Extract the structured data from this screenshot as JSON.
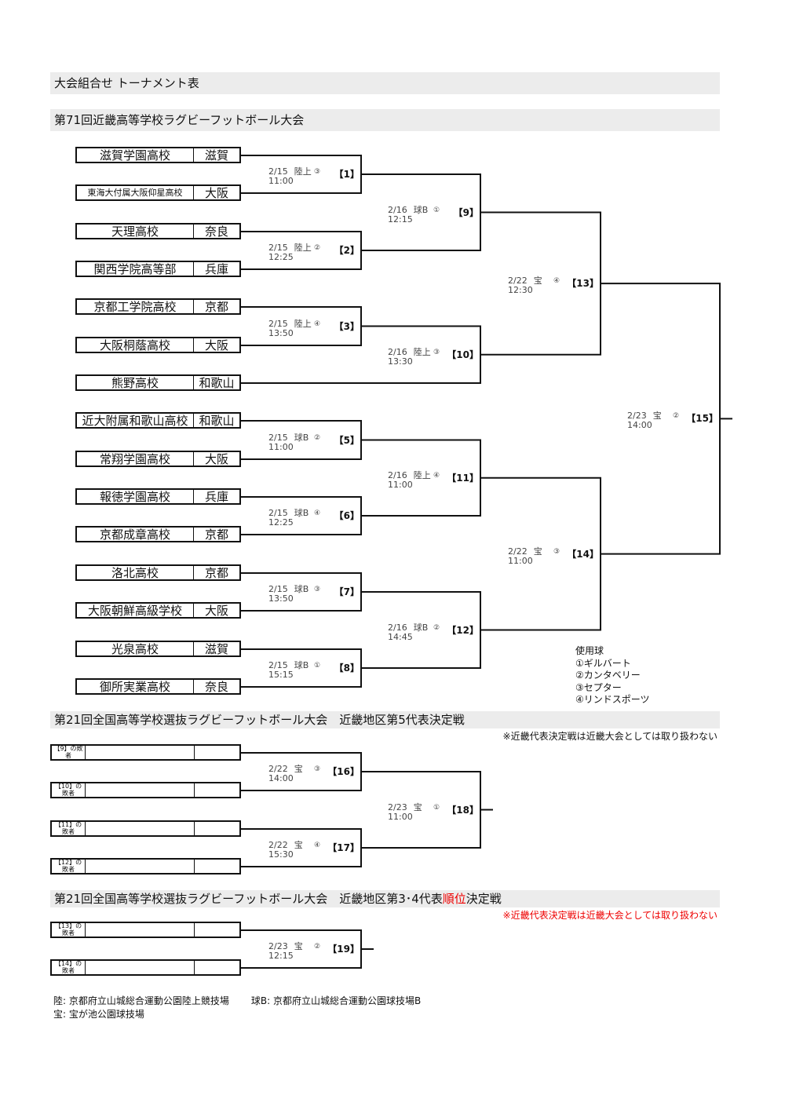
{
  "header": {
    "title": "大会組合せ トーナメント表"
  },
  "main": {
    "title": "第71回近畿高等学校ラグビーフットボール大会",
    "teams": [
      {
        "name": "滋賀学園高校",
        "pref": "滋賀"
      },
      {
        "name": "東海大付属大阪仰星高校",
        "pref": "大阪"
      },
      {
        "name": "天理高校",
        "pref": "奈良"
      },
      {
        "name": "関西学院高等部",
        "pref": "兵庫"
      },
      {
        "name": "京都工学院高校",
        "pref": "京都"
      },
      {
        "name": "大阪桐蔭高校",
        "pref": "大阪"
      },
      {
        "name": "熊野高校",
        "pref": "和歌山"
      },
      {
        "name": "近大附属和歌山高校",
        "pref": "和歌山"
      },
      {
        "name": "常翔学園高校",
        "pref": "大阪"
      },
      {
        "name": "報徳学園高校",
        "pref": "兵庫"
      },
      {
        "name": "京都成章高校",
        "pref": "京都"
      },
      {
        "name": "洛北高校",
        "pref": "京都"
      },
      {
        "name": "大阪朝鮮高級学校",
        "pref": "大阪"
      },
      {
        "name": "光泉高校",
        "pref": "滋賀"
      },
      {
        "name": "御所実業高校",
        "pref": "奈良"
      }
    ],
    "matches": [
      {
        "label": "【1】",
        "date": "2/15",
        "time": "11:00",
        "venue": "陸上",
        "ball": "③"
      },
      {
        "label": "【2】",
        "date": "2/15",
        "time": "12:25",
        "venue": "陸上",
        "ball": "②"
      },
      {
        "label": "【3】",
        "date": "2/15",
        "time": "13:50",
        "venue": "陸上",
        "ball": "④"
      },
      {
        "label": "【5】",
        "date": "2/15",
        "time": "11:00",
        "venue": "球B",
        "ball": "②"
      },
      {
        "label": "【6】",
        "date": "2/15",
        "time": "12:25",
        "venue": "球B",
        "ball": "④"
      },
      {
        "label": "【7】",
        "date": "2/15",
        "time": "13:50",
        "venue": "球B",
        "ball": "③"
      },
      {
        "label": "【8】",
        "date": "2/15",
        "time": "15:15",
        "venue": "球B",
        "ball": "①"
      },
      {
        "label": "【9】",
        "date": "2/16",
        "time": "12:15",
        "venue": "球B",
        "ball": "①"
      },
      {
        "label": "【10】",
        "date": "2/16",
        "time": "13:30",
        "venue": "陸上",
        "ball": "③"
      },
      {
        "label": "【11】",
        "date": "2/16",
        "time": "11:00",
        "venue": "陸上",
        "ball": "④"
      },
      {
        "label": "【12】",
        "date": "2/16",
        "time": "14:45",
        "venue": "球B",
        "ball": "②"
      },
      {
        "label": "【13】",
        "date": "2/22",
        "time": "12:30",
        "venue": "宝",
        "ball": "④"
      },
      {
        "label": "【14】",
        "date": "2/22",
        "time": "11:00",
        "venue": "宝",
        "ball": "③"
      },
      {
        "label": "【15】",
        "date": "2/23",
        "time": "14:00",
        "venue": "宝",
        "ball": "②"
      }
    ],
    "ball_legend": {
      "title": "使用球",
      "items": [
        "①ギルバート",
        "②カンタベリー",
        "③セプター",
        "④リンドスポーツ"
      ]
    }
  },
  "section2": {
    "title": "第21回全国高等学校選抜ラグビーフットボール大会　近畿地区第5代表決定戦",
    "note": "※近畿代表決定戦は近畿大会としては取り扱わない",
    "slots": [
      "【9】の敗者",
      "【10】の敗者",
      "【11】の敗者",
      "【12】の敗者"
    ],
    "matches": [
      {
        "label": "【16】",
        "date": "2/22",
        "time": "14:00",
        "venue": "宝",
        "ball": "③"
      },
      {
        "label": "【17】",
        "date": "2/22",
        "time": "15:30",
        "venue": "宝",
        "ball": "④"
      },
      {
        "label": "【18】",
        "date": "2/23",
        "time": "11:00",
        "venue": "宝",
        "ball": "①"
      }
    ]
  },
  "section3": {
    "title_a": "第21回全国高等学校選抜ラグビーフットボール大会　近畿地区第3･4代表",
    "title_red": "順位",
    "title_b": "決定戦",
    "note": "※近畿代表決定戦は近畿大会としては取り扱わない",
    "slots": [
      "【13】の敗者",
      "【14】の敗者"
    ],
    "matches": [
      {
        "label": "【19】",
        "date": "2/23",
        "time": "12:15",
        "venue": "宝",
        "ball": "②"
      }
    ]
  },
  "footer": {
    "line1a": "陸:  京都府立山城総合運動公園陸上競技場",
    "line1b": "球B:  京都府立山城総合運動公園球技場B",
    "line2": "宝:  宝が池公園球技場"
  },
  "colors": {
    "note_red": "#e00000",
    "bar_gray": "#ececec"
  }
}
